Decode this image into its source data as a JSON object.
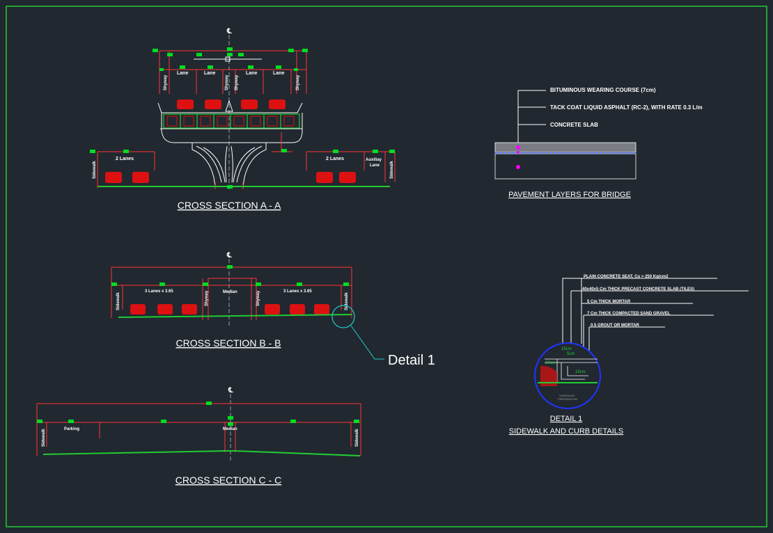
{
  "border_color": "#22cc33",
  "background": "#212830",
  "centerline_symbol": "℄",
  "section_a": {
    "title": "CROSS SECTION A - A",
    "top_lane_labels": [
      "Lane",
      "Lane",
      "Lane",
      "Lane"
    ],
    "vertical_labels": [
      "Shyway",
      "Shyway",
      "Shyway",
      "Shyway"
    ],
    "lower_left_lanes": "2 Lanes",
    "lower_right_lanes": "2 Lanes",
    "auxiliary_lane": [
      "Auxiliay",
      "Lane"
    ],
    "sidewalk_left": "Sidewalk",
    "sidewalk_right": "Sidewalk"
  },
  "section_b": {
    "title": "CROSS SECTION B - B",
    "left_lanes": "3 Lanes x 3.65",
    "right_lanes": "3 Lanes x 3.65",
    "median": "Median",
    "sidewalk_left": "Sidewalk",
    "sidewalk_right": "Sidewalk",
    "shyway_left": "Shyway",
    "shyway_right": "Shyway",
    "detail_callout": "Detail 1"
  },
  "section_c": {
    "title": "CROSS SECTION C - C",
    "sidewalk_left": "Sidewalk",
    "parking": "Parking",
    "median": "Median",
    "sidewalk_right": "Sidewalk"
  },
  "pavement": {
    "title": "PAVEMENT LAYERS FOR BRIDGE",
    "layers": [
      "BITUMINOUS WEARING COURSE (7cm)",
      "TACK COAT LIQUID ASPHALT (RC-2), WITH RATE 0.3 L/m",
      "CONCRETE SLAB"
    ]
  },
  "detail": {
    "title": "DETAIL 1",
    "subtitle": "SIDEWALK AND CURB DETAILS",
    "notes": [
      "PLAIN CONCRETE SEAT, Cu > 250 Kg/cm2",
      "40x40x5 Cm THICK PRECAST CONCRETE SLAB (TILES)",
      "5 Cm THICK MORTAR",
      "7 Cm THICK COMPACTED SAND GRAVEL",
      "0.5 GROUT OR MORTAR"
    ],
    "dims": [
      "15cm",
      "5cm",
      "20cm",
      "15cm"
    ],
    "subgrade": [
      "SUBGRADE",
      "PREPARATION"
    ]
  }
}
